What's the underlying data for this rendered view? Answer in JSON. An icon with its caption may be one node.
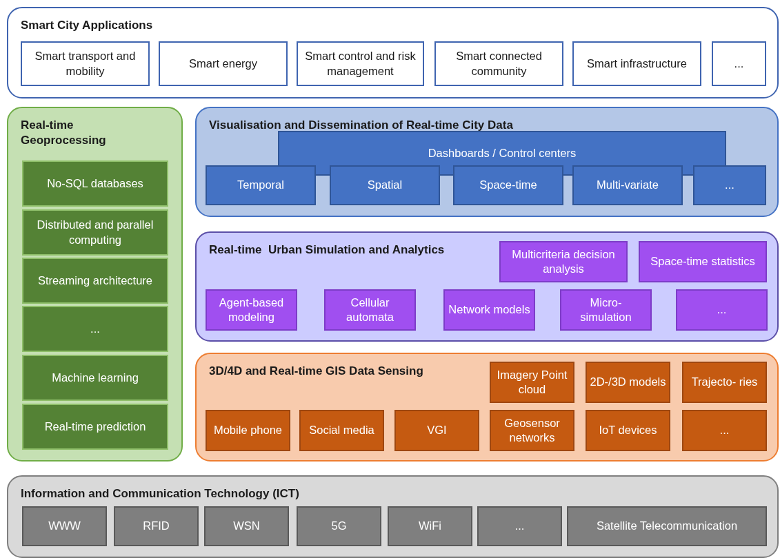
{
  "diagram": {
    "nodes": [
      {
        "text": [
          "Smart City Applications"
        ]
      },
      {
        "text": [
          "Smart transport and mobility"
        ],
        "in": 0
      },
      {
        "text": [
          "Smart energy"
        ],
        "in": 0
      },
      {
        "text": [
          "Smart control and risk management"
        ],
        "in": 0
      },
      {
        "text": [
          "Smart connected community"
        ],
        "in": 0
      },
      {
        "text": [
          "Smart infrastructure"
        ],
        "in": 0
      },
      {
        "text": [
          "..."
        ],
        "in": 0
      },
      {
        "text": [
          "Real-time Geoprocessing"
        ]
      },
      {
        "text": [
          "No-SQL databases"
        ],
        "in": 7
      },
      {
        "text": [
          "Distributed and parallel computing"
        ],
        "in": 7
      },
      {
        "text": [
          "Streaming architecture"
        ],
        "in": 7
      },
      {
        "text": [
          "..."
        ],
        "in": 7
      },
      {
        "text": [
          "Machine learning"
        ],
        "in": 7
      },
      {
        "text": [
          "Real-time prediction"
        ],
        "in": 7
      },
      {
        "text": [
          "Visualisation and Dissemination of Real-time City Data"
        ]
      },
      {
        "text": [
          "Dashboards / Control centers"
        ],
        "in": 14
      },
      {
        "text": [
          "Temporal"
        ],
        "in": 14
      },
      {
        "text": [
          "Spatial"
        ],
        "in": 14
      },
      {
        "text": [
          "Space-time"
        ],
        "in": 14
      },
      {
        "text": [
          "Multi-variate"
        ],
        "in": 14
      },
      {
        "text": [
          "..."
        ],
        "in": 14
      },
      {
        "text": [
          "Real-time  Urban Simulation and Analytics"
        ]
      },
      {
        "text": [
          "Multicriteria decision  analysis"
        ],
        "in": 21
      },
      {
        "text": [
          "Space-time statistics"
        ],
        "in": 21
      },
      {
        "text": [
          "Agent-based modeling"
        ],
        "in": 21
      },
      {
        "text": [
          "Cellular automata"
        ],
        "in": 21
      },
      {
        "text": [
          "Network models"
        ],
        "in": 21
      },
      {
        "text": [
          "Micro- simulation"
        ],
        "in": 21
      },
      {
        "text": [
          "..."
        ],
        "in": 21
      },
      {
        "text": [
          "3D/4D and Real-time GIS Data Sensing"
        ]
      },
      {
        "text": [
          "Imagery Point cloud"
        ],
        "in": 29
      },
      {
        "text": [
          "2D-/3D models"
        ],
        "in": 29
      },
      {
        "text": [
          "Trajecto- ries"
        ],
        "in": 29
      },
      {
        "text": [
          "Mobile phone"
        ],
        "in": 29
      },
      {
        "text": [
          "Social media"
        ],
        "in": 29
      },
      {
        "text": [
          "VGI"
        ],
        "in": 29
      },
      {
        "text": [
          "Geosensor networks"
        ],
        "in": 29
      },
      {
        "text": [
          "IoT devices"
        ],
        "in": 29
      },
      {
        "text": [
          "..."
        ],
        "in": 29
      },
      {
        "text": [
          "Information and Communication Technology (ICT)"
        ]
      },
      {
        "text": [
          "WWW"
        ],
        "in": 39
      },
      {
        "text": [
          "RFID"
        ],
        "in": 39
      },
      {
        "text": [
          "WSN"
        ],
        "in": 39
      },
      {
        "text": [
          "5G"
        ],
        "in": 39
      },
      {
        "text": [
          "WiFi"
        ],
        "in": 39
      },
      {
        "text": [
          "..."
        ],
        "in": 39
      },
      {
        "text": [
          "Satellite Telecommunication"
        ],
        "in": 39
      }
    ]
  }
}
